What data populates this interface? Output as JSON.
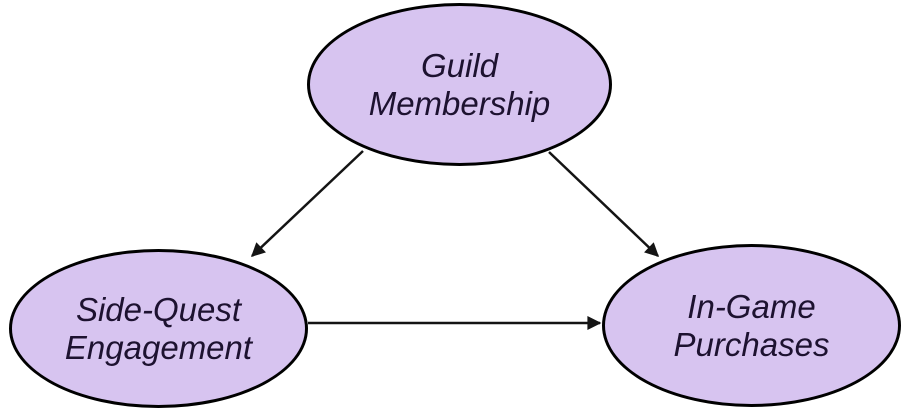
{
  "diagram": {
    "type": "dag",
    "background_color": "#ffffff",
    "node_fill_color": "#D7C4F0",
    "node_border_color": "#000000",
    "text_color": "#1d1230",
    "arrow_color": "#141414",
    "nodes": [
      {
        "id": "guild-membership",
        "label": "Guild\nMembership"
      },
      {
        "id": "side-quest-engagement",
        "label": "Side-Quest\nEngagement"
      },
      {
        "id": "in-game-purchases",
        "label": "In-Game\nPurchases"
      }
    ],
    "edges": [
      {
        "from": "guild-membership",
        "to": "side-quest-engagement"
      },
      {
        "from": "guild-membership",
        "to": "in-game-purchases"
      },
      {
        "from": "side-quest-engagement",
        "to": "in-game-purchases"
      }
    ]
  }
}
